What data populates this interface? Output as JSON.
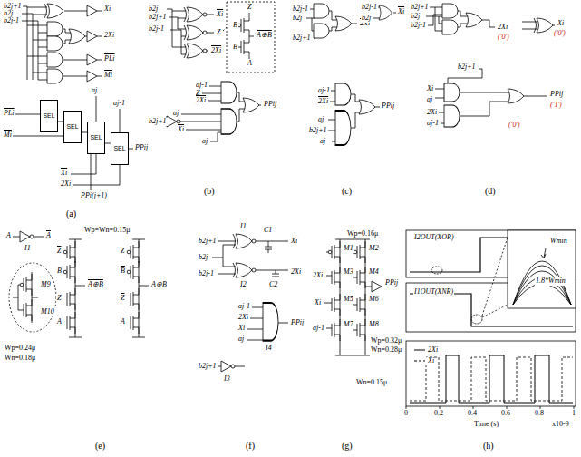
{
  "diagram": {
    "nodes": [
      {
        "text": [
          "SEL"
        ]
      },
      {
        "text": [
          "SEL"
        ]
      },
      {
        "text": [
          "SEL"
        ]
      },
      {
        "text": [
          "SEL"
        ]
      }
    ],
    "edges": [
      {
        "from": 0,
        "to": 1,
        "arrow": "none"
      },
      {
        "from": 1,
        "to": 2,
        "arrow": "none"
      },
      {
        "from": 2,
        "to": 3,
        "arrow": "none"
      }
    ],
    "labels": [
      "b2j+1",
      "b2j",
      "b2j-1",
      "Xi",
      "2Xi",
      "PLi",
      "Mi",
      "PLi",
      "Mi",
      "aj",
      "aj-1",
      "PPij",
      "Xi",
      "2Xi",
      "PPi(j+1)",
      "(a)",
      "b2j",
      "b2j+1",
      "b2j-1",
      "Xi",
      "Z",
      "2Xi",
      "Z",
      "B",
      "A⊕B",
      "B",
      "A",
      "aj-1",
      "Z",
      "2Xi",
      "aj",
      "b2j+1",
      "Xi",
      "PPij",
      "aj",
      "(b)",
      "b2j-1",
      "b2j",
      "b2j+1",
      "2Xi",
      "b2j-1",
      "b2j",
      "Xi",
      "aj-1",
      "2Xi",
      "aj",
      "b2j+1",
      "PPij",
      "aj",
      "(c)",
      "b2j+1",
      "b2j",
      "b2j-1",
      "2Xi",
      "('0')",
      "Xi",
      "('0')",
      "b2j+1",
      "Xi",
      "aj",
      "2Xi",
      "aj-1",
      "PPij",
      "('1')",
      "('0')",
      "(d)",
      "A",
      "A",
      "I1",
      "M9",
      "M10",
      "Wp=0.24μ",
      "Wn=0.18μ",
      "Wp=Wn=0.15μ",
      "Z",
      "B",
      "Z",
      "A",
      "A⊕B",
      "Z",
      "B",
      "Z",
      "A",
      "A⊕B",
      "(e)",
      "b2j+1",
      "b2j",
      "b2j-1",
      "C1",
      "Xi",
      "I1",
      "I2",
      "2Xi",
      "C2",
      "aj-1",
      "2Xi",
      "Xi",
      "aj",
      "PPij",
      "I4",
      "b2j+1",
      "I3",
      "(f)",
      "Wp=0.16μ",
      "M1",
      "M2",
      "2Xi",
      "M3",
      "M4",
      "Xi",
      "M5",
      "M6",
      "aj-1",
      "M7",
      "M8",
      "PPij",
      "Wp=0.32μ",
      "Wn=0.28μ",
      "Wn=0.15μ",
      "(g)",
      "I2OUT(XOR)",
      "I1OUT(XNR)",
      "Wmin",
      "1.8*Wmin",
      "0",
      "0.2",
      "0.4",
      "0.6",
      "0.8",
      "1",
      "Time (s)",
      "x10-9",
      "(h)"
    ],
    "legend": [
      {
        "text": "2Xi"
      },
      {
        "text": "Xi"
      }
    ]
  }
}
